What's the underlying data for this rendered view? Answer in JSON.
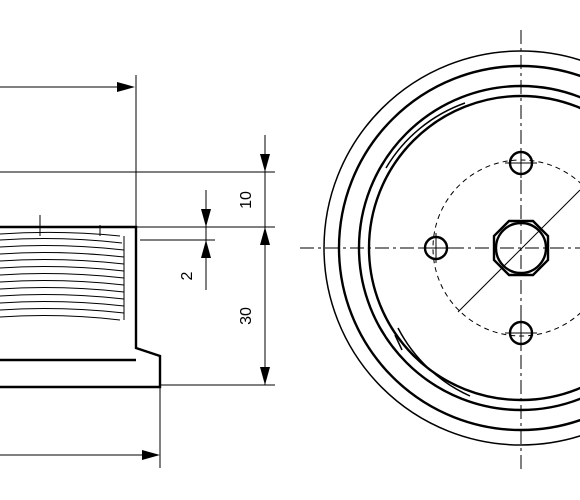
{
  "dimensions": {
    "height_top": "10",
    "pitch": "2",
    "height_main": "30"
  }
}
